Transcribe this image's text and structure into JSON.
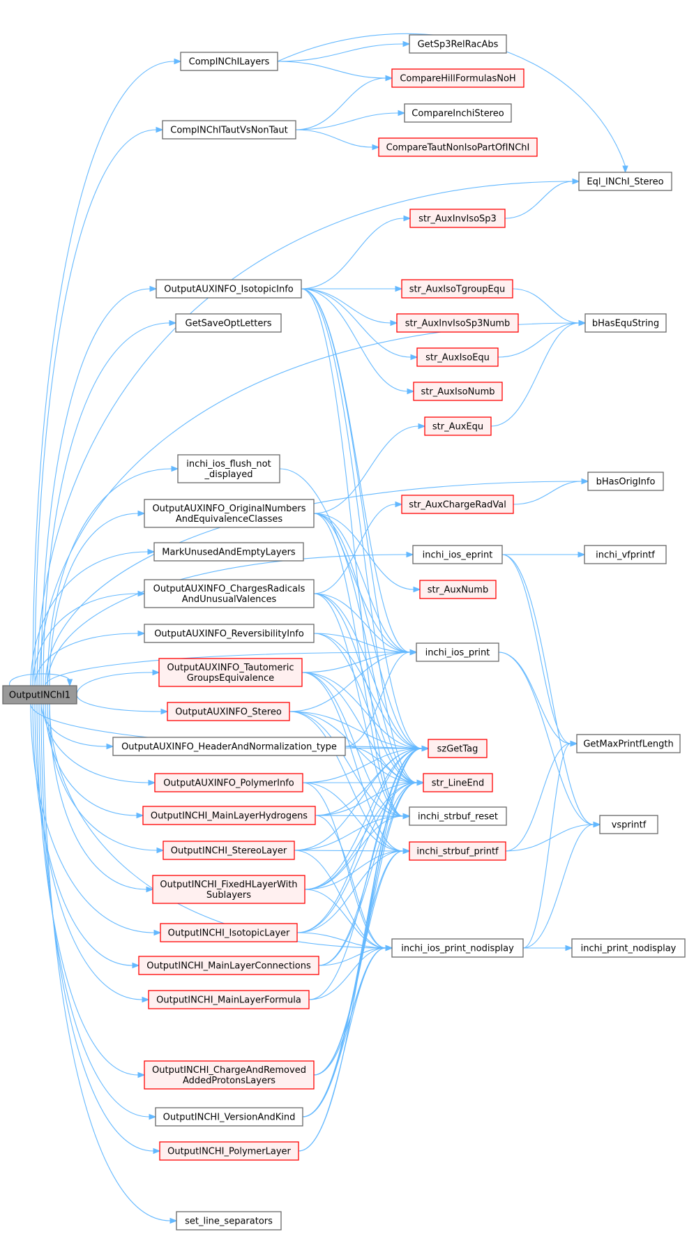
{
  "colors": {
    "normal_fill": "#ffffff",
    "normal_stroke": "#666666",
    "red_fill": "#fff0f0",
    "red_stroke": "#ff0000",
    "root_fill": "#999999",
    "root_stroke": "#666666",
    "edge": "#63b8ff"
  },
  "nodes": [
    {
      "id": "root",
      "lines": [
        "OutputINChI1"
      ],
      "style": "root"
    },
    {
      "id": "CompINChILayers",
      "lines": [
        "CompINChILayers"
      ],
      "style": "normal"
    },
    {
      "id": "CompINChITautVsNonTaut",
      "lines": [
        "CompINChITautVsNonTaut"
      ],
      "style": "normal"
    },
    {
      "id": "GetSp3RelRacAbs",
      "lines": [
        "GetSp3RelRacAbs"
      ],
      "style": "normal"
    },
    {
      "id": "CompareHillFormulasNoH",
      "lines": [
        "CompareHillFormulasNoH"
      ],
      "style": "red"
    },
    {
      "id": "CompareInchiStereo",
      "lines": [
        "CompareInchiStereo"
      ],
      "style": "normal"
    },
    {
      "id": "CompareTautNonIsoPartOfINChI",
      "lines": [
        "CompareTautNonIsoPartOfINChI"
      ],
      "style": "red"
    },
    {
      "id": "Eql_INChI_Stereo",
      "lines": [
        "Eql_INChI_Stereo"
      ],
      "style": "normal"
    },
    {
      "id": "str_AuxInvIsoSp3",
      "lines": [
        "str_AuxInvIsoSp3"
      ],
      "style": "red"
    },
    {
      "id": "OutputAUXINFO_IsotopicInfo",
      "lines": [
        "OutputAUXINFO_IsotopicInfo"
      ],
      "style": "normal"
    },
    {
      "id": "str_AuxIsoTgroupEqu",
      "lines": [
        "str_AuxIsoTgroupEqu"
      ],
      "style": "red"
    },
    {
      "id": "GetSaveOptLetters",
      "lines": [
        "GetSaveOptLetters"
      ],
      "style": "normal"
    },
    {
      "id": "str_AuxInvIsoSp3Numb",
      "lines": [
        "str_AuxInvIsoSp3Numb"
      ],
      "style": "red"
    },
    {
      "id": "bHasEquString",
      "lines": [
        "bHasEquString"
      ],
      "style": "normal"
    },
    {
      "id": "str_AuxIsoEqu",
      "lines": [
        "str_AuxIsoEqu"
      ],
      "style": "red"
    },
    {
      "id": "str_AuxIsoNumb",
      "lines": [
        "str_AuxIsoNumb"
      ],
      "style": "red"
    },
    {
      "id": "str_AuxEqu",
      "lines": [
        "str_AuxEqu"
      ],
      "style": "red"
    },
    {
      "id": "inchi_ios_flush_not_displayed",
      "lines": [
        "inchi_ios_flush_not",
        "_displayed"
      ],
      "style": "normal"
    },
    {
      "id": "bHasOrigInfo",
      "lines": [
        "bHasOrigInfo"
      ],
      "style": "normal"
    },
    {
      "id": "OutputAUXINFO_OriginalNumbers",
      "lines": [
        "OutputAUXINFO_OriginalNumbers",
        "AndEquivalenceClasses"
      ],
      "style": "normal"
    },
    {
      "id": "str_AuxChargeRadVal",
      "lines": [
        "str_AuxChargeRadVal"
      ],
      "style": "red"
    },
    {
      "id": "MarkUnusedAndEmptyLayers",
      "lines": [
        "MarkUnusedAndEmptyLayers"
      ],
      "style": "normal"
    },
    {
      "id": "inchi_ios_eprint",
      "lines": [
        "inchi_ios_eprint"
      ],
      "style": "normal"
    },
    {
      "id": "inchi_vfprintf",
      "lines": [
        "inchi_vfprintf"
      ],
      "style": "normal"
    },
    {
      "id": "OutputAUXINFO_ChargesRadicals",
      "lines": [
        "OutputAUXINFO_ChargesRadicals",
        "AndUnusualValences"
      ],
      "style": "normal"
    },
    {
      "id": "str_AuxNumb",
      "lines": [
        "str_AuxNumb"
      ],
      "style": "red"
    },
    {
      "id": "OutputAUXINFO_ReversibilityInfo",
      "lines": [
        "OutputAUXINFO_ReversibilityInfo"
      ],
      "style": "normal"
    },
    {
      "id": "inchi_ios_print",
      "lines": [
        "inchi_ios_print"
      ],
      "style": "normal"
    },
    {
      "id": "OutputAUXINFO_Tautomeric",
      "lines": [
        "OutputAUXINFO_Tautomeric",
        "GroupsEquivalence"
      ],
      "style": "red"
    },
    {
      "id": "OutputAUXINFO_Stereo",
      "lines": [
        "OutputAUXINFO_Stereo"
      ],
      "style": "red"
    },
    {
      "id": "GetMaxPrintfLength",
      "lines": [
        "GetMaxPrintfLength"
      ],
      "style": "normal"
    },
    {
      "id": "OutputAUXINFO_HeaderAndNormalization_type",
      "lines": [
        "OutputAUXINFO_HeaderAndNormalization_type"
      ],
      "style": "normal"
    },
    {
      "id": "szGetTag",
      "lines": [
        "szGetTag"
      ],
      "style": "red"
    },
    {
      "id": "OutputAUXINFO_PolymerInfo",
      "lines": [
        "OutputAUXINFO_PolymerInfo"
      ],
      "style": "red"
    },
    {
      "id": "str_LineEnd",
      "lines": [
        "str_LineEnd"
      ],
      "style": "red"
    },
    {
      "id": "OutputINCHI_MainLayerHydrogens",
      "lines": [
        "OutputINCHI_MainLayerHydrogens"
      ],
      "style": "red"
    },
    {
      "id": "inchi_strbuf_reset",
      "lines": [
        "inchi_strbuf_reset"
      ],
      "style": "normal"
    },
    {
      "id": "vsprintf",
      "lines": [
        "vsprintf"
      ],
      "style": "normal"
    },
    {
      "id": "OutputINCHI_StereoLayer",
      "lines": [
        "OutputINCHI_StereoLayer"
      ],
      "style": "red"
    },
    {
      "id": "inchi_strbuf_printf",
      "lines": [
        "inchi_strbuf_printf"
      ],
      "style": "red"
    },
    {
      "id": "OutputINCHI_FixedHLayer",
      "lines": [
        "OutputINCHI_FixedHLayerWith",
        "Sublayers"
      ],
      "style": "red"
    },
    {
      "id": "OutputINCHI_IsotopicLayer",
      "lines": [
        "OutputINCHI_IsotopicLayer"
      ],
      "style": "red"
    },
    {
      "id": "inchi_ios_print_nodisplay",
      "lines": [
        "inchi_ios_print_nodisplay"
      ],
      "style": "normal"
    },
    {
      "id": "inchi_print_nodisplay",
      "lines": [
        "inchi_print_nodisplay"
      ],
      "style": "normal"
    },
    {
      "id": "OutputINCHI_MainLayerConnections",
      "lines": [
        "OutputINCHI_MainLayerConnections"
      ],
      "style": "red"
    },
    {
      "id": "OutputINCHI_MainLayerFormula",
      "lines": [
        "OutputINCHI_MainLayerFormula"
      ],
      "style": "red"
    },
    {
      "id": "OutputINCHI_ChargeAndRemoved",
      "lines": [
        "OutputINCHI_ChargeAndRemoved",
        "AddedProtonsLayers"
      ],
      "style": "red"
    },
    {
      "id": "OutputINCHI_VersionAndKind",
      "lines": [
        "OutputINCHI_VersionAndKind"
      ],
      "style": "normal"
    },
    {
      "id": "OutputINCHI_PolymerLayer",
      "lines": [
        "OutputINCHI_PolymerLayer"
      ],
      "style": "red"
    },
    {
      "id": "set_line_separators",
      "lines": [
        "set_line_separators"
      ],
      "style": "normal"
    }
  ],
  "edges": [
    [
      "root",
      "root"
    ],
    [
      "root",
      "CompINChILayers"
    ],
    [
      "root",
      "CompINChITautVsNonTaut"
    ],
    [
      "root",
      "Eql_INChI_Stereo"
    ],
    [
      "root",
      "bHasEquString"
    ],
    [
      "root",
      "OutputAUXINFO_IsotopicInfo"
    ],
    [
      "root",
      "GetSaveOptLetters"
    ],
    [
      "root",
      "bHasOrigInfo"
    ],
    [
      "root",
      "inchi_ios_flush_not_displayed"
    ],
    [
      "root",
      "OutputAUXINFO_OriginalNumbers"
    ],
    [
      "root",
      "MarkUnusedAndEmptyLayers"
    ],
    [
      "root",
      "OutputAUXINFO_ChargesRadicals"
    ],
    [
      "root",
      "OutputAUXINFO_ReversibilityInfo"
    ],
    [
      "root",
      "OutputAUXINFO_Tautomeric"
    ],
    [
      "root",
      "OutputAUXINFO_Stereo"
    ],
    [
      "root",
      "OutputAUXINFO_HeaderAndNormalization_type"
    ],
    [
      "root",
      "OutputAUXINFO_PolymerInfo"
    ],
    [
      "root",
      "OutputINCHI_MainLayerHydrogens"
    ],
    [
      "root",
      "OutputINCHI_StereoLayer"
    ],
    [
      "root",
      "OutputINCHI_FixedHLayer"
    ],
    [
      "root",
      "OutputINCHI_IsotopicLayer"
    ],
    [
      "root",
      "OutputINCHI_MainLayerConnections"
    ],
    [
      "root",
      "OutputINCHI_MainLayerFormula"
    ],
    [
      "root",
      "OutputINCHI_ChargeAndRemoved"
    ],
    [
      "root",
      "OutputINCHI_VersionAndKind"
    ],
    [
      "root",
      "OutputINCHI_PolymerLayer"
    ],
    [
      "root",
      "set_line_separators"
    ],
    [
      "root",
      "inchi_ios_print"
    ],
    [
      "root",
      "inchi_ios_eprint"
    ],
    [
      "root",
      "inchi_ios_print_nodisplay"
    ],
    [
      "root",
      "szGetTag"
    ],
    [
      "CompINChILayers",
      "GetSp3RelRacAbs"
    ],
    [
      "CompINChILayers",
      "CompareHillFormulasNoH"
    ],
    [
      "CompINChILayers",
      "Eql_INChI_Stereo"
    ],
    [
      "CompINChITautVsNonTaut",
      "CompareHillFormulasNoH"
    ],
    [
      "CompINChITautVsNonTaut",
      "CompareInchiStereo"
    ],
    [
      "CompINChITautVsNonTaut",
      "CompareTautNonIsoPartOfINChI"
    ],
    [
      "str_AuxInvIsoSp3",
      "Eql_INChI_Stereo"
    ],
    [
      "OutputAUXINFO_IsotopicInfo",
      "str_AuxInvIsoSp3"
    ],
    [
      "OutputAUXINFO_IsotopicInfo",
      "str_AuxIsoTgroupEqu"
    ],
    [
      "OutputAUXINFO_IsotopicInfo",
      "str_AuxInvIsoSp3Numb"
    ],
    [
      "OutputAUXINFO_IsotopicInfo",
      "str_AuxIsoEqu"
    ],
    [
      "OutputAUXINFO_IsotopicInfo",
      "str_AuxIsoNumb"
    ],
    [
      "OutputAUXINFO_IsotopicInfo",
      "inchi_ios_print"
    ],
    [
      "OutputAUXINFO_IsotopicInfo",
      "szGetTag"
    ],
    [
      "OutputAUXINFO_IsotopicInfo",
      "str_LineEnd"
    ],
    [
      "OutputAUXINFO_IsotopicInfo",
      "inchi_strbuf_reset"
    ],
    [
      "str_AuxIsoTgroupEqu",
      "bHasEquString"
    ],
    [
      "str_AuxIsoEqu",
      "bHasEquString"
    ],
    [
      "str_AuxEqu",
      "bHasEquString"
    ],
    [
      "str_AuxChargeRadVal",
      "bHasOrigInfo"
    ],
    [
      "inchi_ios_flush_not_displayed",
      "inchi_ios_print"
    ],
    [
      "OutputAUXINFO_OriginalNumbers",
      "str_AuxEqu"
    ],
    [
      "OutputAUXINFO_OriginalNumbers",
      "str_AuxNumb"
    ],
    [
      "OutputAUXINFO_OriginalNumbers",
      "inchi_ios_print"
    ],
    [
      "OutputAUXINFO_OriginalNumbers",
      "szGetTag"
    ],
    [
      "OutputAUXINFO_OriginalNumbers",
      "str_LineEnd"
    ],
    [
      "OutputAUXINFO_OriginalNumbers",
      "inchi_strbuf_reset"
    ],
    [
      "OutputAUXINFO_ChargesRadicals",
      "str_AuxChargeRadVal"
    ],
    [
      "OutputAUXINFO_ChargesRadicals",
      "inchi_ios_print"
    ],
    [
      "OutputAUXINFO_ChargesRadicals",
      "szGetTag"
    ],
    [
      "OutputAUXINFO_ChargesRadicals",
      "str_LineEnd"
    ],
    [
      "OutputAUXINFO_ChargesRadicals",
      "inchi_strbuf_reset"
    ],
    [
      "OutputAUXINFO_ReversibilityInfo",
      "inchi_ios_print"
    ],
    [
      "OutputAUXINFO_ReversibilityInfo",
      "szGetTag"
    ],
    [
      "OutputAUXINFO_ReversibilityInfo",
      "str_LineEnd"
    ],
    [
      "OutputAUXINFO_Tautomeric",
      "inchi_ios_print"
    ],
    [
      "OutputAUXINFO_Tautomeric",
      "szGetTag"
    ],
    [
      "OutputAUXINFO_Tautomeric",
      "str_LineEnd"
    ],
    [
      "OutputAUXINFO_Tautomeric",
      "inchi_strbuf_reset"
    ],
    [
      "OutputAUXINFO_Tautomeric",
      "inchi_strbuf_printf"
    ],
    [
      "OutputAUXINFO_Stereo",
      "inchi_ios_print"
    ],
    [
      "OutputAUXINFO_Stereo",
      "szGetTag"
    ],
    [
      "OutputAUXINFO_Stereo",
      "str_LineEnd"
    ],
    [
      "OutputAUXINFO_Stereo",
      "inchi_strbuf_reset"
    ],
    [
      "OutputAUXINFO_Stereo",
      "inchi_strbuf_printf"
    ],
    [
      "OutputAUXINFO_HeaderAndNormalization_type",
      "szGetTag"
    ],
    [
      "OutputAUXINFO_HeaderAndNormalization_type",
      "str_LineEnd"
    ],
    [
      "OutputAUXINFO_HeaderAndNormalization_type",
      "inchi_ios_print"
    ],
    [
      "OutputAUXINFO_PolymerInfo",
      "szGetTag"
    ],
    [
      "OutputAUXINFO_PolymerInfo",
      "str_LineEnd"
    ],
    [
      "OutputAUXINFO_PolymerInfo",
      "inchi_strbuf_printf"
    ],
    [
      "OutputAUXINFO_PolymerInfo",
      "inchi_ios_print_nodisplay"
    ],
    [
      "inchi_ios_eprint",
      "inchi_vfprintf"
    ],
    [
      "inchi_ios_eprint",
      "GetMaxPrintfLength"
    ],
    [
      "inchi_ios_eprint",
      "vsprintf"
    ],
    [
      "inchi_ios_print",
      "GetMaxPrintfLength"
    ],
    [
      "inchi_ios_print",
      "vsprintf"
    ],
    [
      "OutputINCHI_MainLayerHydrogens",
      "szGetTag"
    ],
    [
      "OutputINCHI_MainLayerHydrogens",
      "str_LineEnd"
    ],
    [
      "OutputINCHI_MainLayerHydrogens",
      "inchi_strbuf_reset"
    ],
    [
      "OutputINCHI_MainLayerHydrogens",
      "inchi_ios_print_nodisplay"
    ],
    [
      "OutputINCHI_StereoLayer",
      "szGetTag"
    ],
    [
      "OutputINCHI_StereoLayer",
      "inchi_strbuf_reset"
    ],
    [
      "OutputINCHI_StereoLayer",
      "inchi_strbuf_printf"
    ],
    [
      "OutputINCHI_StereoLayer",
      "inchi_ios_print_nodisplay"
    ],
    [
      "inchi_strbuf_printf",
      "GetMaxPrintfLength"
    ],
    [
      "inchi_strbuf_printf",
      "vsprintf"
    ],
    [
      "OutputINCHI_FixedHLayer",
      "szGetTag"
    ],
    [
      "OutputINCHI_FixedHLayer",
      "str_LineEnd"
    ],
    [
      "OutputINCHI_FixedHLayer",
      "inchi_strbuf_reset"
    ],
    [
      "OutputINCHI_FixedHLayer",
      "inchi_strbuf_printf"
    ],
    [
      "OutputINCHI_FixedHLayer",
      "inchi_ios_print_nodisplay"
    ],
    [
      "OutputINCHI_IsotopicLayer",
      "szGetTag"
    ],
    [
      "OutputINCHI_IsotopicLayer",
      "str_LineEnd"
    ],
    [
      "OutputINCHI_IsotopicLayer",
      "inchi_strbuf_printf"
    ],
    [
      "OutputINCHI_IsotopicLayer",
      "inchi_ios_print_nodisplay"
    ],
    [
      "inchi_ios_print_nodisplay",
      "inchi_print_nodisplay"
    ],
    [
      "inchi_ios_print_nodisplay",
      "GetMaxPrintfLength"
    ],
    [
      "inchi_ios_print_nodisplay",
      "vsprintf"
    ],
    [
      "OutputINCHI_MainLayerConnections",
      "szGetTag"
    ],
    [
      "OutputINCHI_MainLayerConnections",
      "str_LineEnd"
    ],
    [
      "OutputINCHI_MainLayerConnections",
      "inchi_ios_print_nodisplay"
    ],
    [
      "OutputINCHI_MainLayerFormula",
      "szGetTag"
    ],
    [
      "OutputINCHI_MainLayerFormula",
      "inchi_ios_print_nodisplay"
    ],
    [
      "OutputINCHI_ChargeAndRemoved",
      "szGetTag"
    ],
    [
      "OutputINCHI_ChargeAndRemoved",
      "str_LineEnd"
    ],
    [
      "OutputINCHI_ChargeAndRemoved",
      "inchi_strbuf_printf"
    ],
    [
      "OutputINCHI_ChargeAndRemoved",
      "inchi_ios_print_nodisplay"
    ],
    [
      "OutputINCHI_VersionAndKind",
      "szGetTag"
    ],
    [
      "OutputINCHI_VersionAndKind",
      "str_LineEnd"
    ],
    [
      "OutputINCHI_VersionAndKind",
      "inchi_strbuf_printf"
    ],
    [
      "OutputINCHI_VersionAndKind",
      "inchi_ios_print_nodisplay"
    ],
    [
      "OutputINCHI_PolymerLayer",
      "szGetTag"
    ],
    [
      "OutputINCHI_PolymerLayer",
      "inchi_ios_print_nodisplay"
    ]
  ]
}
